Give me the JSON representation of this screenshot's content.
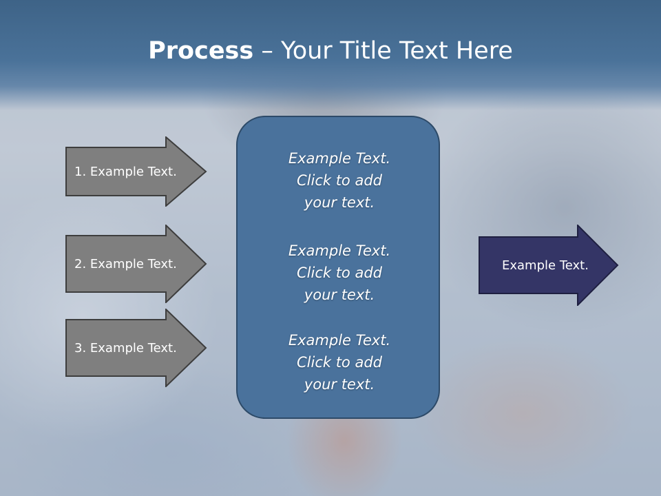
{
  "slide": {
    "title_bold": "Process",
    "title_rest": " – Your Title Text Here",
    "left_arrows": [
      {
        "label": "1. Example Text."
      },
      {
        "label": "2. Example Text."
      },
      {
        "label": "3. Example Text."
      }
    ],
    "center_blocks": [
      {
        "line1": "Example Text.",
        "line2": "Click  to add",
        "line3": "your text."
      },
      {
        "line1": "Example Text.",
        "line2": "Click  to add",
        "line3": "your text."
      },
      {
        "line1": "Example Text.",
        "line2": "Click  to add",
        "line3": "your text."
      }
    ],
    "right_arrow": {
      "label": "Example Text."
    }
  },
  "colors": {
    "header": "#4a7299",
    "left_arrow_fill": "#7f7f7f",
    "center_box_fill": "#4a729c",
    "right_arrow_fill": "#343566"
  }
}
